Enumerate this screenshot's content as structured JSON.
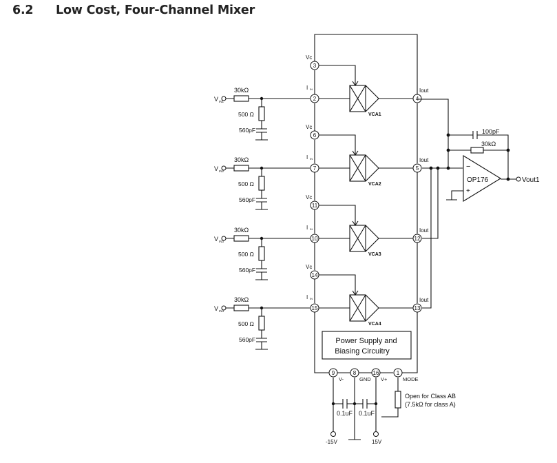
{
  "heading": {
    "number": "6.2",
    "title": "Low Cost, Four-Channel Mixer"
  },
  "channels": [
    {
      "vin": "V",
      "vin_sub": "IN1",
      "resistor": "30kΩ",
      "shunt_r": "500 Ω",
      "cap": "560pF",
      "vc_label": "Vc",
      "iin_label": "I",
      "iin_sub": "IN",
      "iout_label": "Iout",
      "vc_pin": "3",
      "in_pin": "2",
      "out_pin": "4",
      "vca": "VCA1"
    },
    {
      "vin": "V",
      "vin_sub": "IN2",
      "resistor": "30kΩ",
      "shunt_r": "500 Ω",
      "cap": "560pF",
      "vc_label": "Vc",
      "iin_label": "I",
      "iin_sub": "IN",
      "iout_label": "Iout",
      "vc_pin": "6",
      "in_pin": "7",
      "out_pin": "5",
      "vca": "VCA2"
    },
    {
      "vin": "V",
      "vin_sub": "IN3",
      "resistor": "30kΩ",
      "shunt_r": "500 Ω",
      "cap": "560pF",
      "vc_label": "Vc",
      "iin_label": "I",
      "iin_sub": "IN",
      "iout_label": "Iout",
      "vc_pin": "11",
      "in_pin": "10",
      "out_pin": "12",
      "vca": "VCA3"
    },
    {
      "vin": "V",
      "vin_sub": "IN4",
      "resistor": "30kΩ",
      "shunt_r": "500 Ω",
      "cap": "560pF",
      "vc_label": "Vc",
      "iin_label": "I",
      "iin_sub": "IN",
      "iout_label": "Iout",
      "vc_pin": "14",
      "in_pin": "15",
      "out_pin": "13",
      "vca": "VCA4"
    }
  ],
  "feedback": {
    "cap": "100pF",
    "resistor": "30kΩ"
  },
  "opamp": {
    "name": "OP176",
    "minus": "−",
    "plus": "+",
    "output": "Vout1"
  },
  "power_block": {
    "line1": "Power Supply and",
    "line2": "Biasing Circuitry"
  },
  "bottom_pins": [
    {
      "pin": "9",
      "label": "V-"
    },
    {
      "pin": "8",
      "label": "GND"
    },
    {
      "pin": "16",
      "label": "V+"
    },
    {
      "pin": "1",
      "label": "MODE"
    }
  ],
  "decoupling": {
    "cap1": "0.1uF",
    "cap2": "0.1uF",
    "neg_supply": "-15V",
    "pos_supply": "15V"
  },
  "mode_note": {
    "line1": "Open for Class AB",
    "line2": "(7.5kΩ for class A)"
  }
}
